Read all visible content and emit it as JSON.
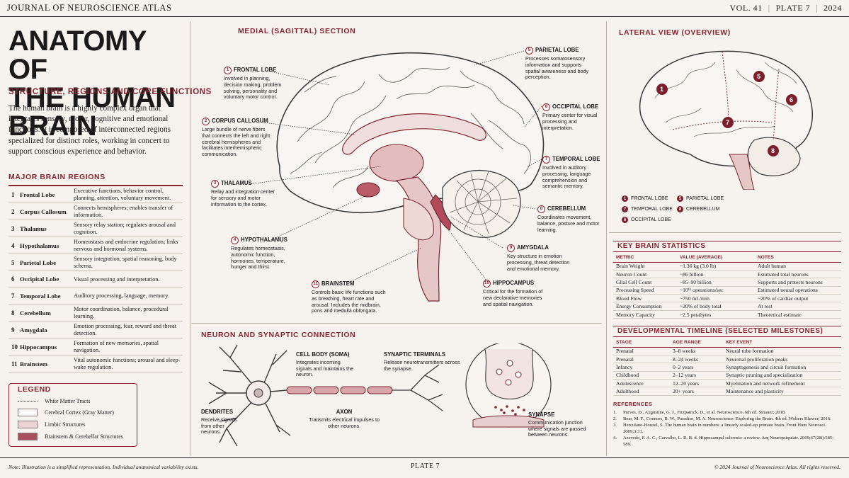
{
  "header": {
    "journal": "JOURNAL OF NEUROSCIENCE ATLAS",
    "volume": "VOL. 41",
    "plate": "PLATE 7",
    "year": "2024"
  },
  "title_line1": "ANATOMY OF",
  "title_line2": "THE HUMAN BRAIN",
  "subtitle": "STRUCTURE, REGIONS AND CORE FUNCTIONS",
  "intro": "The human brain is a highly complex organ that integrates sensory, motor, cognitive and emotional functions. It is composed of interconnected regions specialized for distinct roles, working in concert to support conscious experience and behavior.",
  "regions": {
    "heading": "MAJOR BRAIN REGIONS",
    "rows": [
      {
        "num": "1",
        "name": "Frontal Lobe",
        "desc": "Executive functions, behavior control, planning, attention, voluntary movement."
      },
      {
        "num": "2",
        "name": "Corpus Callosum",
        "desc": "Connects hemispheres; enables transfer of information."
      },
      {
        "num": "3",
        "name": "Thalamus",
        "desc": "Sensory relay station; regulates arousal and cognition."
      },
      {
        "num": "4",
        "name": "Hypothalamus",
        "desc": "Homeostasis and endocrine regulation; links nervous and hormonal systems."
      },
      {
        "num": "5",
        "name": "Parietal Lobe",
        "desc": "Sensory integration, spatial reasoning, body schema."
      },
      {
        "num": "6",
        "name": "Occipital Lobe",
        "desc": "Visual processing and interpretation."
      },
      {
        "num": "7",
        "name": "Temporal Lobe",
        "desc": "Auditory processing, language, memory."
      },
      {
        "num": "8",
        "name": "Cerebellum",
        "desc": "Motor coordination, balance, procedural learning."
      },
      {
        "num": "9",
        "name": "Amygdala",
        "desc": "Emotion processing, fear, reward and threat detection."
      },
      {
        "num": "10",
        "name": "Hippocampus",
        "desc": "Formation of new memories, spatial navigation."
      },
      {
        "num": "11",
        "name": "Brainstem",
        "desc": "Vital autonomic functions; arousal and sleep-wake regulation."
      }
    ]
  },
  "legend": {
    "title": "LEGEND",
    "items": [
      {
        "label": "White Matter Tracts"
      },
      {
        "label": "Cerebral Cortex (Gray Matter)"
      },
      {
        "label": "Limbic Structures"
      },
      {
        "label": "Brainstem & Cerebellar Structures"
      }
    ]
  },
  "medial": {
    "heading": "MEDIAL (SAGITTAL) SECTION",
    "callouts": [
      {
        "num": "1",
        "title": "FRONTAL LOBE",
        "text": "Involved in planning, decision making, problem solving, personality and voluntary motor control."
      },
      {
        "num": "2",
        "title": "CORPUS CALLOSUM",
        "text": "Large bundle of nerve fibers that connects the left and right cerebral hemispheres and facilitates interhemispheric communication."
      },
      {
        "num": "3",
        "title": "THALAMUS",
        "text": "Relay and integration center for sensory and motor information to the cortex."
      },
      {
        "num": "4",
        "title": "HYPOTHALAMUS",
        "text": "Regulates homeostasis, autonomic function, hormones, temperature, hunger and thirst."
      },
      {
        "num": "11",
        "title": "BRAINSTEM",
        "text": "Controls basic life functions such as breathing, heart rate and arousal. Includes the midbrain, pons and medulla oblongata."
      },
      {
        "num": "10",
        "title": "HIPPOCAMPUS",
        "text": "Critical for the formation of new declarative memories and spatial navigation."
      },
      {
        "num": "9",
        "title": "AMYGDALA",
        "text": "Key structure in emotion processing, threat detection and emotional memory."
      },
      {
        "num": "8",
        "title": "CEREBELLUM",
        "text": "Coordinates movement, balance, posture and motor learning."
      },
      {
        "num": "7",
        "title": "TEMPORAL LOBE",
        "text": "Involved in auditory processing, language comprehension and semantic memory."
      },
      {
        "num": "6",
        "title": "OCCIPITAL LOBE",
        "text": "Primary center for visual processing and interpretation."
      },
      {
        "num": "5",
        "title": "PARIETAL LOBE",
        "text": "Processes somatosensory information and supports spatial awareness and body perception."
      }
    ]
  },
  "neuron": {
    "heading": "NEURON AND SYNAPTIC CONNECTION",
    "soma": {
      "title": "CELL BODY (SOMA)",
      "text": "Integrates incoming signals and maintains the neuron."
    },
    "dendrites": {
      "title": "DENDRITES",
      "text": "Receive signals from other neurons."
    },
    "axon": {
      "title": "AXON",
      "text": "Transmits electrical impulses to other neurons."
    },
    "terminals": {
      "title": "SYNAPTIC TERMINALS",
      "text": "Release neurotransmitters across the synapse."
    },
    "synapse": {
      "title": "SYNAPSE",
      "text": "Communication junction where signals are passed between neurons."
    }
  },
  "lateral": {
    "heading": "LATERAL VIEW (OVERVIEW)",
    "legend": [
      {
        "num": "1",
        "label": "FRONTAL LOBE"
      },
      {
        "num": "5",
        "label": "PARIETAL LOBE"
      },
      {
        "num": "7",
        "label": "TEMPORAL LOBE"
      },
      {
        "num": "8",
        "label": "CEREBELLUM"
      },
      {
        "num": "6",
        "label": "OCCIPITAL LOBE"
      }
    ]
  },
  "stats": {
    "title": "KEY BRAIN STATISTICS",
    "headers": [
      "METRIC",
      "VALUE (AVERAGE)",
      "NOTES"
    ],
    "rows": [
      [
        "Brain Weight",
        "~1.36 kg (3.0 lb)",
        "Adult human"
      ],
      [
        "Neuron Count",
        "~86 billion",
        "Estimated total neurons"
      ],
      [
        "Glial Cell Count",
        "~85–90 billion",
        "Supports and protects neurons"
      ],
      [
        "Processing Speed",
        "~10¹¹ operations/sec",
        "Estimated neural operations"
      ],
      [
        "Blood Flow",
        "~750 mL/min",
        "~20% of cardiac output"
      ],
      [
        "Energy Consumption",
        "~20% of body total",
        "At rest"
      ],
      [
        "Memory Capacity",
        "~2.5 petabytes",
        "Theoretical estimate"
      ]
    ]
  },
  "timeline": {
    "title": "DEVELOPMENTAL TIMELINE (SELECTED MILESTONES)",
    "headers": [
      "STAGE",
      "AGE RANGE",
      "KEY EVENT"
    ],
    "rows": [
      [
        "Prenatal",
        "3–8 weeks",
        "Neural tube formation"
      ],
      [
        "Prenatal",
        "8–24 weeks",
        "Neuronal proliferation peaks"
      ],
      [
        "Infancy",
        "0–2 years",
        "Synaptogenesis and circuit formation"
      ],
      [
        "Childhood",
        "2–12 years",
        "Synaptic pruning and specialization"
      ],
      [
        "Adolescence",
        "12–20 years",
        "Myelination and network refinement"
      ],
      [
        "Adulthood",
        "20+ years",
        "Maintenance and plasticity"
      ]
    ]
  },
  "references": {
    "heading": "REFERENCES",
    "items": [
      {
        "num": "1.",
        "text": "Purves, D., Augustine, G. J., Fitzpatrick, D., et al. Neuroscience. 6th ed. Sinauer; 2018."
      },
      {
        "num": "2.",
        "text": "Bear, M. F., Connors, B. W., Paradiso, M. A. Neuroscience: Exploring the Brain. 4th ed. Wolters Kluwer; 2016."
      },
      {
        "num": "3.",
        "text": "Herculano-Houzel, S. The human brain in numbers: a linearly scaled-up primate brain. Front Hum Neurosci. 2009;3:31."
      },
      {
        "num": "4.",
        "text": "Azevedo, F. A. C., Carvalho, L. R. B. d. Hippocampal sclerosis: a review. Arq Neuropsiquiatr. 2009;67(2B):585–589."
      }
    ]
  },
  "footer": {
    "note": "Note: Illustration is a simplified representation. Individual anatomical variability exists.",
    "plate": "PLATE 7",
    "copyright": "© 2024 Journal of Neuroscience Atlas. All rights reserved."
  },
  "colors": {
    "accent": "#8a2432",
    "paper": "#f6f3ee",
    "limbic": "#ecd3d3",
    "brainstem": "#a9515e"
  }
}
